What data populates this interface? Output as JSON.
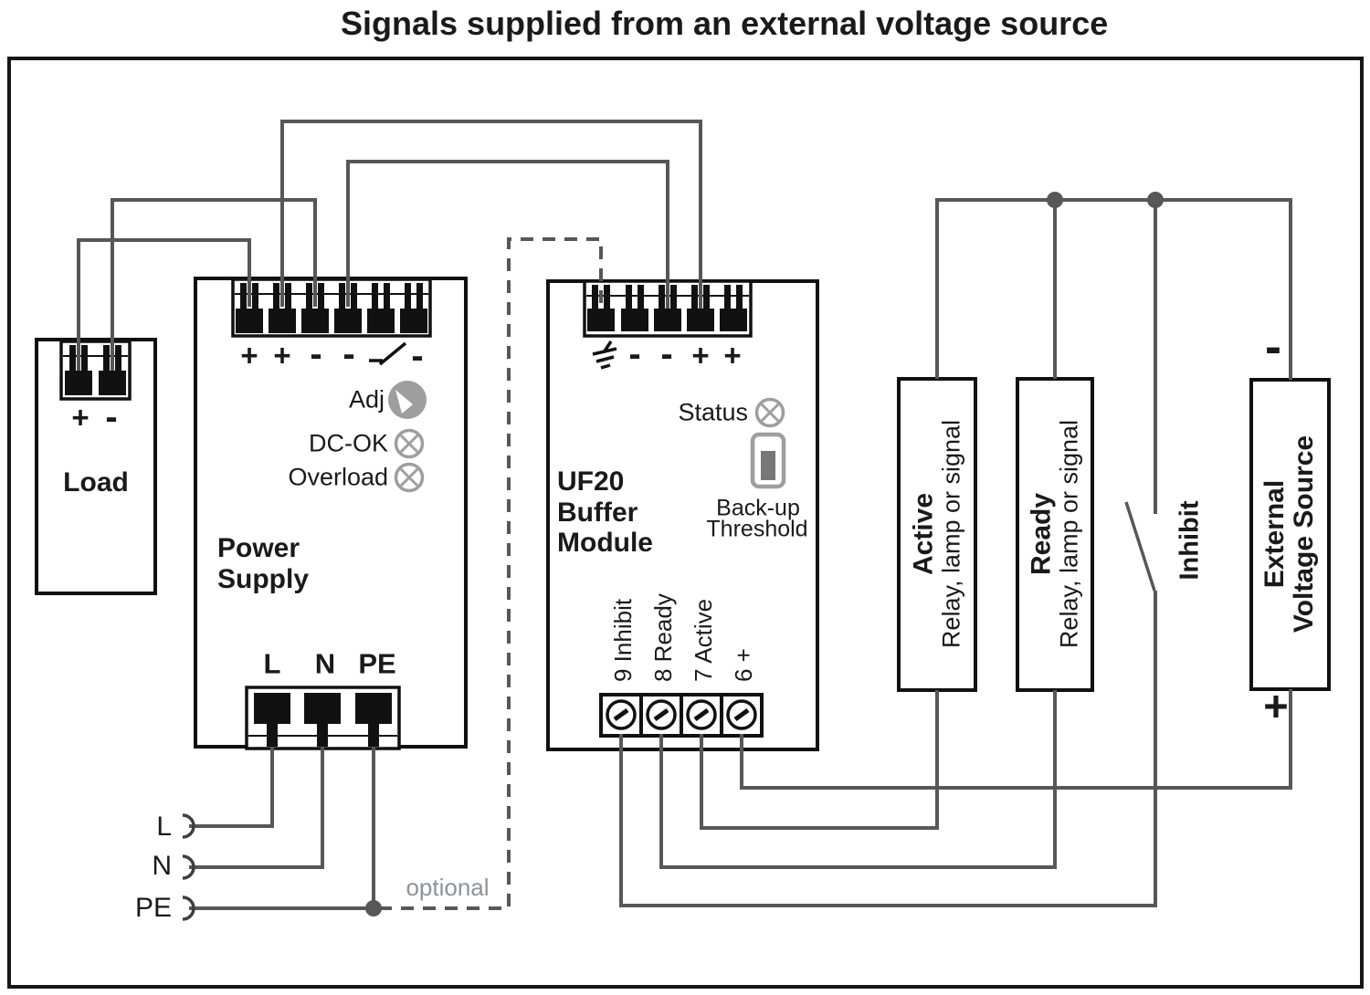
{
  "title": "Signals supplied from an external voltage source",
  "colors": {
    "ink": "#1a1a1a",
    "wire": "#575757",
    "gray": "#9e9e9e",
    "muted": "#8d939b"
  },
  "load": {
    "title": "Load",
    "terminal_plus": "+",
    "terminal_minus": "-"
  },
  "power_supply": {
    "title_line1": "Power",
    "title_line2": "Supply",
    "terminal_labels": [
      "+",
      "+",
      "-",
      "-",
      "-"
    ],
    "relay_contact_icon": "relay-contact-switch",
    "adj_label": "Adj",
    "adj_knob_icon": "rotary-knob",
    "dc_ok_label": "DC-OK",
    "overload_label": "Overload",
    "led_icon": "crossed-circle-led",
    "input_labels": [
      "L",
      "N",
      "PE"
    ]
  },
  "uf20": {
    "title_line1": "UF20",
    "title_line2": "Buffer",
    "title_line3": "Module",
    "ground_icon": "earth-ground",
    "terminal_labels": [
      "-",
      "-",
      "+",
      "+"
    ],
    "status_label": "Status",
    "backup_icon": "slide-switch",
    "backup_line1": "Back-up",
    "backup_line2": "Threshold",
    "pin_labels": [
      "9 Inhibit",
      "8 Ready",
      "7 Active",
      "6 +"
    ]
  },
  "right": {
    "active_title": "Active",
    "active_subtitle": "Relay, lamp or signal",
    "ready_title": "Ready",
    "ready_subtitle": "Relay, lamp or signal",
    "inhibit_label": "Inhibit",
    "evs_line1": "External",
    "evs_line2": "Voltage Source",
    "evs_minus": "-",
    "evs_plus": "+"
  },
  "mains": {
    "labels": [
      "L",
      "N",
      "PE"
    ],
    "optional": "optional"
  }
}
